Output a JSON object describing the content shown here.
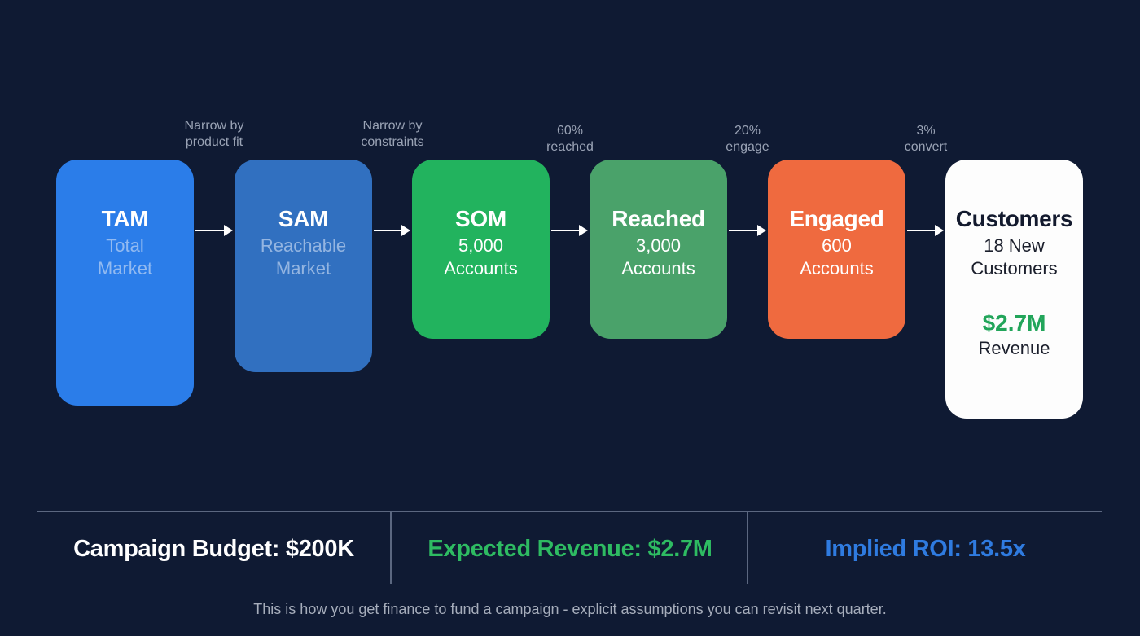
{
  "funnel": {
    "stages": [
      {
        "title": "TAM",
        "line1": "Total",
        "line2": "Market",
        "color": "#2b7de9"
      },
      {
        "title": "SAM",
        "line1": "Reachable",
        "line2": "Market",
        "color": "#3170c0"
      },
      {
        "title": "SOM",
        "line1": "5,000",
        "line2": "Accounts",
        "color": "#22b35e"
      },
      {
        "title": "Reached",
        "line1": "3,000",
        "line2": "Accounts",
        "color": "#4aa26a"
      },
      {
        "title": "Engaged",
        "line1": "600",
        "line2": "Accounts",
        "color": "#ef6a3f"
      },
      {
        "title": "Customers",
        "line1": "18 New",
        "line2": "Customers",
        "value": "$2.7M",
        "value_label": "Revenue",
        "color": "#ffffff",
        "value_color": "#22a55a"
      }
    ],
    "transitions": [
      {
        "line1": "Narrow by",
        "line2": "product fit"
      },
      {
        "line1": "Narrow by",
        "line2": "constraints"
      },
      {
        "line1": "60%",
        "line2": "reached"
      },
      {
        "line1": "20%",
        "line2": "engage"
      },
      {
        "line1": "3%",
        "line2": "convert"
      }
    ]
  },
  "summary": {
    "budget": "Campaign Budget: $200K",
    "revenue": "Expected Revenue: $2.7M",
    "roi": "Implied ROI: 13.5x",
    "colors": {
      "budget": "#ffffff",
      "revenue": "#2ebb62",
      "roi": "#2f7be0"
    }
  },
  "footer": "This is how you get finance to fund a campaign - explicit assumptions you can revisit next quarter.",
  "background": "#0f1a33"
}
